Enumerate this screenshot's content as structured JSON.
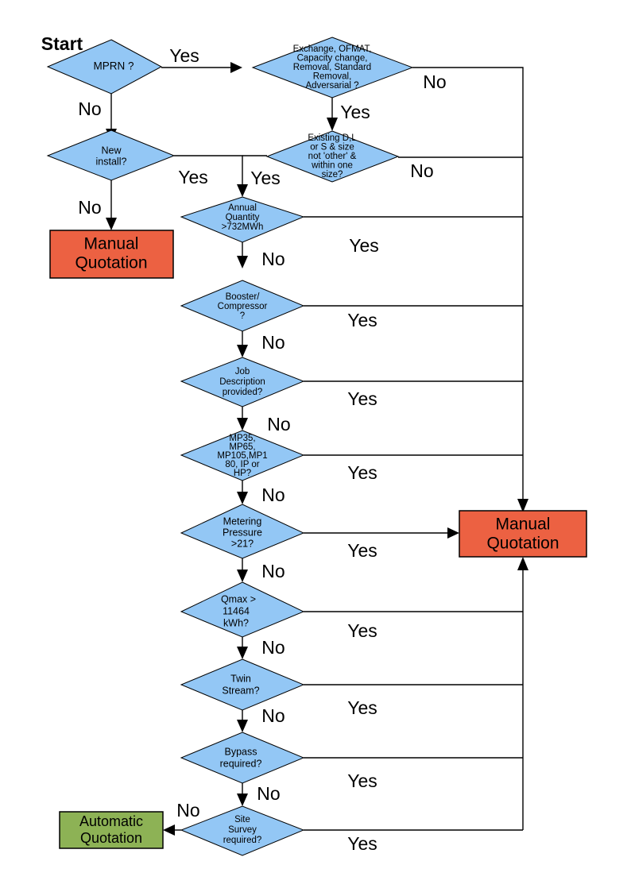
{
  "diagram": {
    "title_label": "Start",
    "colors": {
      "decision_fill": "#93C7F5",
      "manual_fill": "#EC6142",
      "automatic_fill": "#8DB255",
      "line": "#000000",
      "background": "#FFFFFF"
    },
    "labels": {
      "yes": "Yes",
      "no": "No"
    },
    "nodes": [
      {
        "id": "mprn",
        "type": "decision",
        "lines": [
          "MPRN ?"
        ]
      },
      {
        "id": "exchange",
        "type": "decision",
        "lines": [
          "Exchange, OFMAT,",
          "Capacity change,",
          "Removal, Standard",
          "Removal,",
          "Adversarial ?"
        ]
      },
      {
        "id": "new-install",
        "type": "decision",
        "lines": [
          "New",
          "install?"
        ]
      },
      {
        "id": "existing-dls",
        "type": "decision",
        "lines": [
          "Existing D,L",
          "or S & size",
          "not 'other' &",
          "within one",
          "size?"
        ]
      },
      {
        "id": "annual-quantity",
        "type": "decision",
        "lines": [
          "Annual",
          "Quantity",
          ">732MWh"
        ]
      },
      {
        "id": "booster",
        "type": "decision",
        "lines": [
          "Booster/",
          "Compressor",
          "?"
        ]
      },
      {
        "id": "job-description",
        "type": "decision",
        "lines": [
          "Job",
          "Description",
          "provided?"
        ]
      },
      {
        "id": "mp-rating",
        "type": "decision",
        "lines": [
          "MP35,",
          "MP65,",
          "MP105,MP1",
          "80, IP or",
          "HP?"
        ]
      },
      {
        "id": "metering-pressure",
        "type": "decision",
        "lines": [
          "Metering",
          "Pressure",
          ">21?"
        ]
      },
      {
        "id": "qmax",
        "type": "decision",
        "lines": [
          "Qmax >",
          "11464",
          "kWh?"
        ]
      },
      {
        "id": "twin-stream",
        "type": "decision",
        "lines": [
          "Twin",
          "Stream?"
        ]
      },
      {
        "id": "bypass",
        "type": "decision",
        "lines": [
          "Bypass",
          "required?"
        ]
      },
      {
        "id": "site-survey",
        "type": "decision",
        "lines": [
          "Site",
          "Survey",
          "required?"
        ]
      },
      {
        "id": "manual-left",
        "type": "terminator",
        "lines": [
          "Manual",
          "Quotation"
        ]
      },
      {
        "id": "manual-right",
        "type": "terminator",
        "lines": [
          "Manual",
          "Quotation"
        ]
      },
      {
        "id": "automatic",
        "type": "terminator",
        "lines": [
          "Automatic",
          "Quotation"
        ]
      }
    ],
    "edges": [
      {
        "from": "mprn",
        "to": "exchange",
        "label": "Yes"
      },
      {
        "from": "mprn",
        "to": "new-install",
        "label": "No"
      },
      {
        "from": "exchange",
        "to": "manual-right",
        "label": "No"
      },
      {
        "from": "exchange",
        "to": "existing-dls",
        "label": "Yes"
      },
      {
        "from": "new-install",
        "to": "manual-left",
        "label": "No"
      },
      {
        "from": "new-install",
        "to": "annual-quantity",
        "label": "Yes"
      },
      {
        "from": "existing-dls",
        "to": "manual-right",
        "label": "No"
      },
      {
        "from": "existing-dls",
        "to": "annual-quantity",
        "label": "Yes"
      },
      {
        "from": "annual-quantity",
        "to": "manual-right",
        "label": "Yes"
      },
      {
        "from": "annual-quantity",
        "to": "booster",
        "label": "No"
      },
      {
        "from": "booster",
        "to": "manual-right",
        "label": "Yes"
      },
      {
        "from": "booster",
        "to": "job-description",
        "label": "No"
      },
      {
        "from": "job-description",
        "to": "manual-right",
        "label": "Yes"
      },
      {
        "from": "job-description",
        "to": "mp-rating",
        "label": "No"
      },
      {
        "from": "mp-rating",
        "to": "manual-right",
        "label": "Yes"
      },
      {
        "from": "mp-rating",
        "to": "metering-pressure",
        "label": "No"
      },
      {
        "from": "metering-pressure",
        "to": "manual-right",
        "label": "Yes"
      },
      {
        "from": "metering-pressure",
        "to": "qmax",
        "label": "No"
      },
      {
        "from": "qmax",
        "to": "manual-right",
        "label": "Yes"
      },
      {
        "from": "qmax",
        "to": "twin-stream",
        "label": "No"
      },
      {
        "from": "twin-stream",
        "to": "manual-right",
        "label": "Yes"
      },
      {
        "from": "twin-stream",
        "to": "bypass",
        "label": "No"
      },
      {
        "from": "bypass",
        "to": "manual-right",
        "label": "Yes"
      },
      {
        "from": "bypass",
        "to": "site-survey",
        "label": "No"
      },
      {
        "from": "site-survey",
        "to": "manual-right",
        "label": "Yes"
      },
      {
        "from": "site-survey",
        "to": "automatic",
        "label": "No"
      }
    ]
  }
}
